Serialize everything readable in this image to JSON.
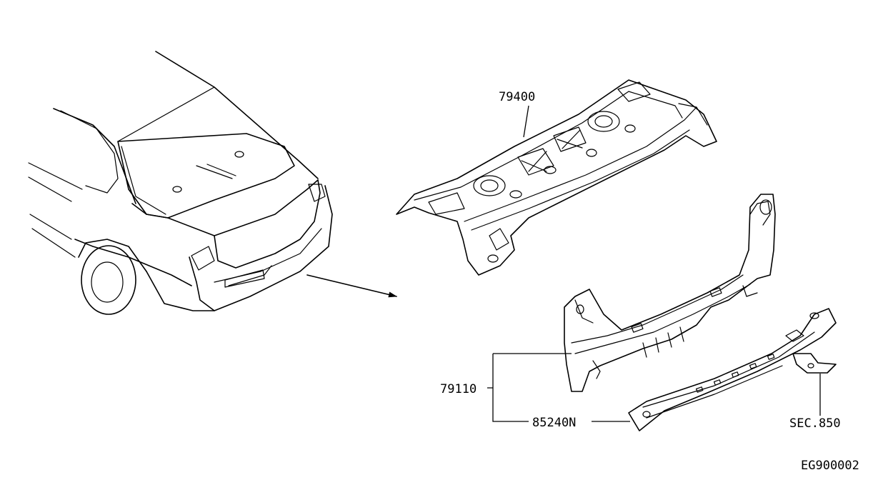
{
  "labels": {
    "rear_parcel_shelf": "79400",
    "rear_panel": "79110",
    "bumper_reinforcement": "85240N",
    "section_ref": "SEC.850",
    "figure_code": "EG900002"
  },
  "colors": {
    "line": "#000000",
    "background": "#ffffff"
  }
}
